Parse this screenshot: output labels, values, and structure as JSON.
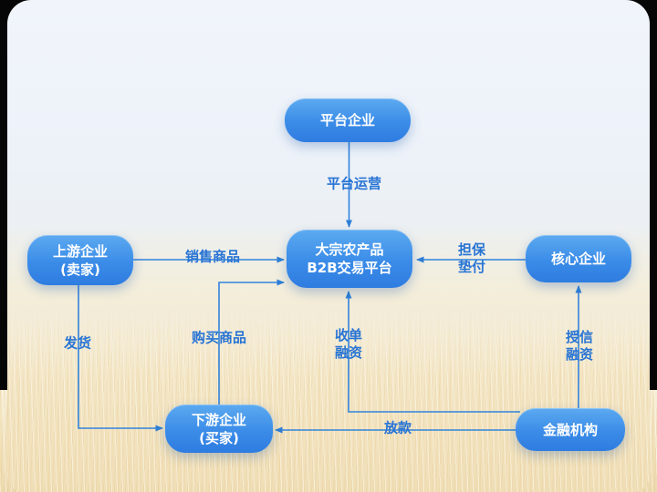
{
  "diagram": {
    "type": "flowchart",
    "nodes": {
      "platform": {
        "label": "平台企业"
      },
      "b2b": {
        "line1": "大宗农产品",
        "line2": "B2B交易平台"
      },
      "upstream": {
        "line1": "上游企业",
        "line2": "(卖家)"
      },
      "core": {
        "label": "核心企业"
      },
      "downstream": {
        "line1": "下游企业",
        "line2": "(买家)"
      },
      "finance": {
        "label": "金融机构"
      }
    },
    "edge_labels": {
      "platform_operation": "平台运营",
      "sell_goods": "销售商品",
      "guarantee_line1": "担保",
      "guarantee_line2": "垫付",
      "ship_goods": "发货",
      "buy_goods": "购买商品",
      "receipt_line1": "收单",
      "receipt_line2": "融资",
      "loan": "放款",
      "credit_line1": "授信",
      "credit_line2": "融资"
    },
    "edges": [
      {
        "from": "平台企业",
        "to": "大宗农产品B2B交易平台",
        "label": "平台运营",
        "direction": "down"
      },
      {
        "from": "上游企业(卖家)",
        "to": "大宗农产品B2B交易平台",
        "label": "销售商品",
        "direction": "right"
      },
      {
        "from": "核心企业",
        "to": "大宗农产品B2B交易平台",
        "label": "担保垫付",
        "direction": "left"
      },
      {
        "from": "上游企业(卖家)",
        "to": "下游企业(买家)",
        "label": "发货",
        "direction": "down-right"
      },
      {
        "from": "下游企业(买家)",
        "to": "大宗农产品B2B交易平台",
        "label": "购买商品",
        "direction": "up-right"
      },
      {
        "from": "金融机构",
        "to": "大宗农产品B2B交易平台",
        "label": "收单融资",
        "direction": "left-up"
      },
      {
        "from": "金融机构",
        "to": "下游企业(买家)",
        "label": "放款",
        "direction": "left"
      },
      {
        "from": "金融机构",
        "to": "核心企业",
        "label": "授信融资",
        "direction": "up"
      }
    ],
    "colors": {
      "node_fill_top": "#5caaf0",
      "node_fill_bottom": "#2e7ce0",
      "node_text": "#ffffff",
      "line": "#3183dc",
      "edge_label_text": "#2874d4",
      "background_top": "#eff3fa",
      "background_bottom_wheat": "#eedcb4",
      "frame": "#060606"
    }
  }
}
